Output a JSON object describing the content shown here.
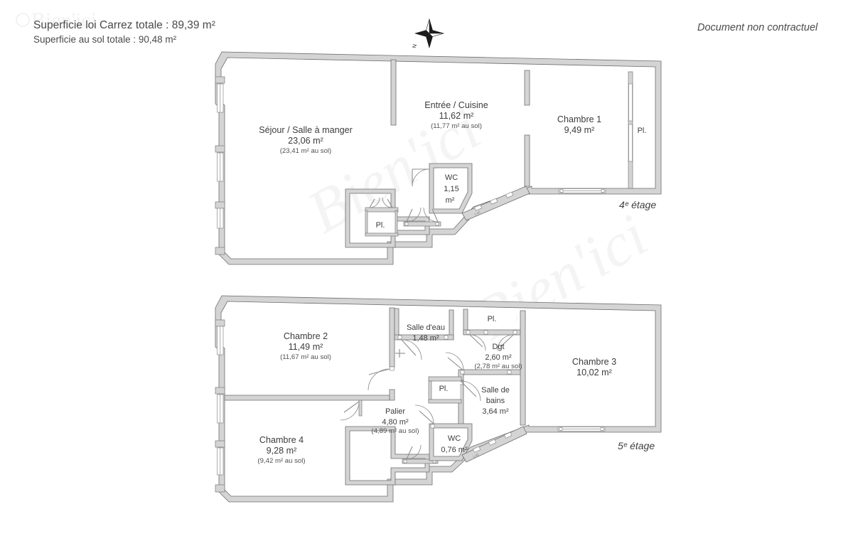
{
  "header": {
    "carrez_total": "Superficie loi Carrez totale : 89,39 m²",
    "sol_total": "Superficie au sol totale :  90,48 m²",
    "non_contractual": "Document non contractuel"
  },
  "compass": {
    "north_label": "N"
  },
  "watermark": {
    "text": "Bien'ici"
  },
  "floors": [
    {
      "id": "floor-4",
      "label": "4ᵉ étage",
      "rooms": [
        {
          "name": "Séjour / Salle à manger",
          "area": "23,06 m²",
          "sol": "(23,41 m² au sol)"
        },
        {
          "name": "Entrée / Cuisine",
          "area": "11,62 m²",
          "sol": "(11,77 m² au sol)"
        },
        {
          "name": "Chambre 1",
          "area": "9,49 m²",
          "sol": ""
        },
        {
          "name": "WC",
          "area": "1,15",
          "sol": "m²"
        },
        {
          "name": "Pl.",
          "area": "",
          "sol": ""
        },
        {
          "name": "Pl.",
          "area": "",
          "sol": ""
        }
      ]
    },
    {
      "id": "floor-5",
      "label": "5ᵉ étage",
      "rooms": [
        {
          "name": "Chambre 2",
          "area": "11,49 m²",
          "sol": "(11,67 m² au sol)"
        },
        {
          "name": "Chambre 4",
          "area": "9,28 m²",
          "sol": "(9,42 m² au sol)"
        },
        {
          "name": "Chambre 3",
          "area": "10,02 m²",
          "sol": ""
        },
        {
          "name": "Salle d'eau",
          "area": "1,48 m²",
          "sol": ""
        },
        {
          "name": "Dgt",
          "area": "2,60 m²",
          "sol": "(2,78 m² au sol)"
        },
        {
          "name": "Salle de bains",
          "area": "3,64 m²",
          "sol": ""
        },
        {
          "name": "Palier",
          "area": "4,80 m²",
          "sol": "(4,89 m² au sol)"
        },
        {
          "name": "WC",
          "area": "0,76 m²",
          "sol": ""
        },
        {
          "name": "Pl.",
          "area": "",
          "sol": ""
        },
        {
          "name": "Pl.",
          "area": "",
          "sol": ""
        }
      ]
    }
  ],
  "labels": {
    "sejour_name": "Séjour / Salle à manger",
    "sejour_area": "23,06 m²",
    "sejour_sol": "(23,41 m² au sol)",
    "entree_name": "Entrée / Cuisine",
    "entree_area": "11,62 m²",
    "entree_sol": "(11,77 m² au sol)",
    "ch1_name": "Chambre 1",
    "ch1_area": "9,49 m²",
    "wc4_name": "WC",
    "wc4_area": "1,15",
    "wc4_unit": "m²",
    "pl_a": "Pl.",
    "pl_b": "Pl.",
    "ch2_name": "Chambre 2",
    "ch2_area": "11,49 m²",
    "ch2_sol": "(11,67 m² au sol)",
    "ch4_name": "Chambre 4",
    "ch4_area": "9,28 m²",
    "ch4_sol": "(9,42 m² au sol)",
    "ch3_name": "Chambre 3",
    "ch3_area": "10,02 m²",
    "sde_name": "Salle d'eau",
    "sde_area": "1,48 m²",
    "dgt_name": "Dgt",
    "dgt_area": "2,60 m²",
    "dgt_sol": "(2,78 m² au sol)",
    "sdb_name1": "Salle de",
    "sdb_name2": "bains",
    "sdb_area": "3,64 m²",
    "palier_name": "Palier",
    "palier_area": "4,80 m²",
    "palier_sol": "(4,89 m² au sol)",
    "wc5_name": "WC",
    "wc5_area": "0,76 m²",
    "pl_c": "Pl.",
    "pl_d": "Pl.",
    "floor4": "4ᵉ étage",
    "floor5": "5ᵉ étage"
  },
  "colors": {
    "wall_fill": "#d4d4d4",
    "wall_stroke": "#6e6e6e",
    "text": "#3c3c3c",
    "background": "#ffffff"
  }
}
